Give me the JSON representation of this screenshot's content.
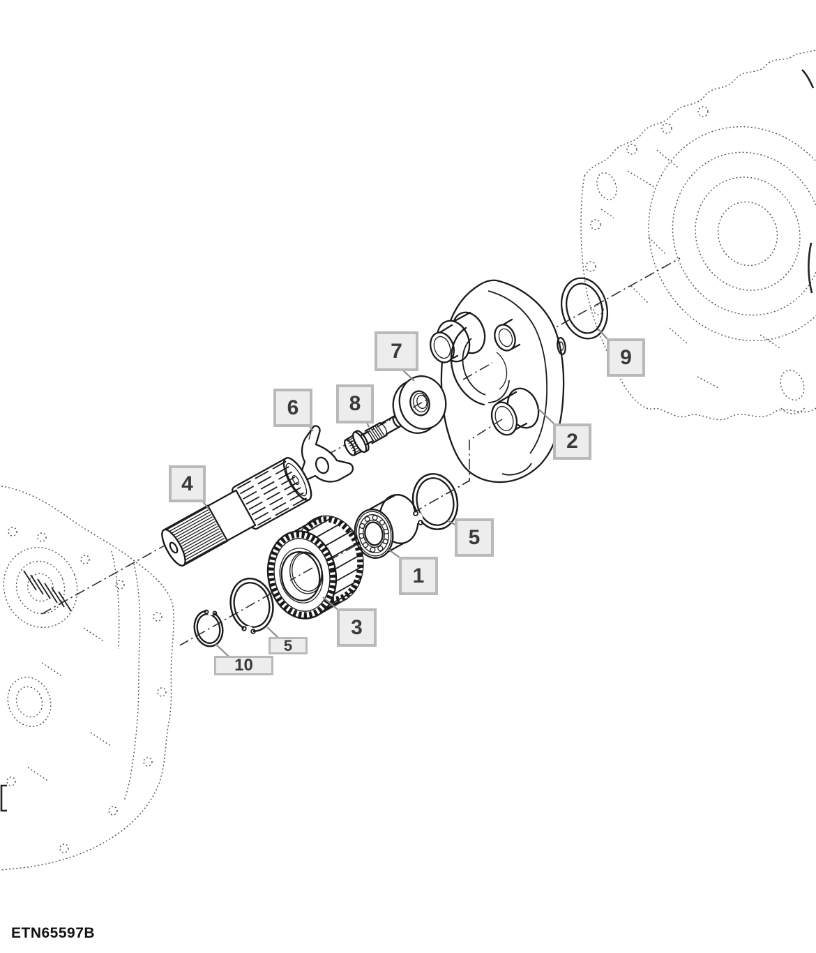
{
  "figure_code": "ETN65597B",
  "callouts": [
    {
      "number": "1"
    },
    {
      "number": "2"
    },
    {
      "number": "3"
    },
    {
      "number": "4"
    },
    {
      "number": "5"
    },
    {
      "number": "5"
    },
    {
      "number": "6"
    },
    {
      "number": "7"
    },
    {
      "number": "8"
    },
    {
      "number": "9"
    },
    {
      "number": "10"
    }
  ],
  "colors": {
    "line": "#1a1a1a",
    "phantom": "#4f4f4f",
    "leader": "#8a8a8a",
    "label_bg": "#ededed",
    "label_border": "#b9b9b9",
    "label_text": "#3a3a3a",
    "code_text": "#111111"
  }
}
